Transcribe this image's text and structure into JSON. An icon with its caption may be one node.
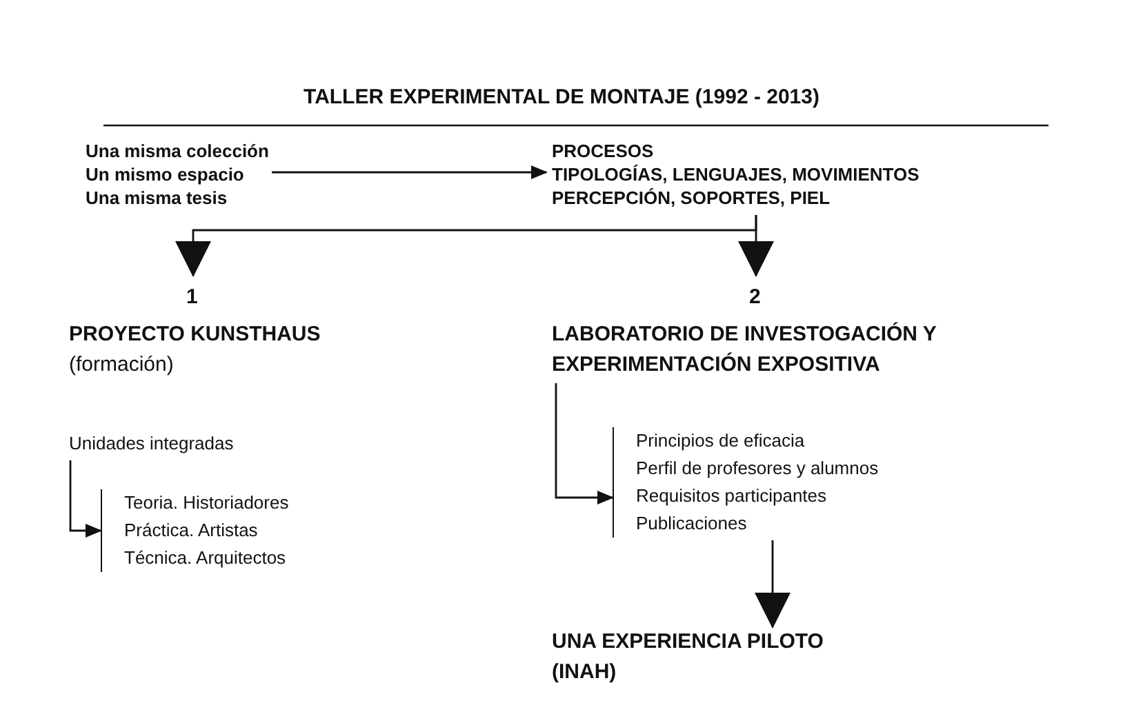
{
  "diagram": {
    "title": "TALLER EXPERIMENTAL DE MONTAJE (1992 - 2013)",
    "nodes": [
      {
        "text": [
          "Una misma colección",
          "Un mismo espacio",
          "Una misma tesis"
        ]
      },
      {
        "text": [
          "PROCESOS",
          "TIPOLOGÍAS, LENGUAJES, MOVIMIENTOS",
          "PERCEPCIÓN, SOPORTES, PIEL"
        ]
      },
      {
        "text": [
          "PROYECTO KUNSTHAUS",
          "(formación)"
        ],
        "beside": [
          "1"
        ]
      },
      {
        "text": [
          "LABORATORIO DE INVESTOGACIÓN Y EXPERIMENTACIÓN EXPOSITIVA"
        ],
        "beside": [
          "2"
        ]
      },
      {
        "text": [
          "Unidades integradas"
        ]
      },
      {
        "text": [
          "Teoria. Historiadores",
          "Práctica. Artistas",
          "Técnica. Arquitectos"
        ]
      },
      {
        "text": [
          "Principios de eficacia",
          "Perfil de profesores y alumnos",
          "Requisitos participantes",
          "Publicaciones"
        ]
      },
      {
        "text": [
          "UNA EXPERIENCIA PILOTO",
          "(INAH)"
        ]
      }
    ],
    "edges": [
      {
        "from": 0,
        "to": 1,
        "arrow": "to"
      },
      {
        "from": 1,
        "to": 2,
        "arrow": "to"
      },
      {
        "from": 1,
        "to": 3,
        "arrow": "to"
      },
      {
        "from": 4,
        "to": 5,
        "arrow": "to"
      },
      {
        "from": 3,
        "to": 6,
        "arrow": "to"
      },
      {
        "from": 6,
        "to": 7,
        "arrow": "to"
      }
    ]
  }
}
